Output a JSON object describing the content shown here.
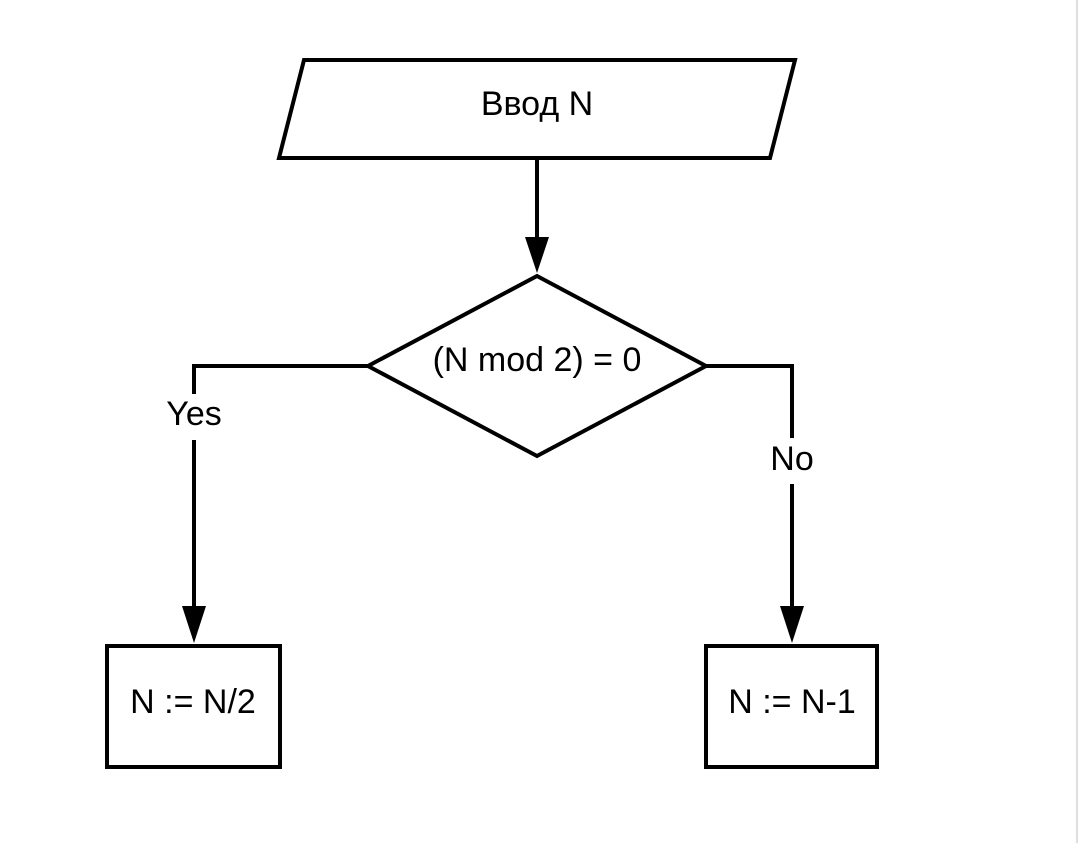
{
  "diagram": {
    "nodes": {
      "input": {
        "text": "Ввод N",
        "shape": "parallelogram"
      },
      "decision": {
        "text": "(N mod 2) = 0",
        "shape": "diamond"
      },
      "yes_action": {
        "text": "N := N/2",
        "shape": "rectangle"
      },
      "no_action": {
        "text": "N := N-1",
        "shape": "rectangle"
      }
    },
    "edges": {
      "input_to_decision": {
        "label": ""
      },
      "decision_yes": {
        "label": "Yes"
      },
      "decision_no": {
        "label": "No"
      }
    },
    "colors": {
      "stroke": "#000000",
      "background": "#ffffff"
    }
  }
}
